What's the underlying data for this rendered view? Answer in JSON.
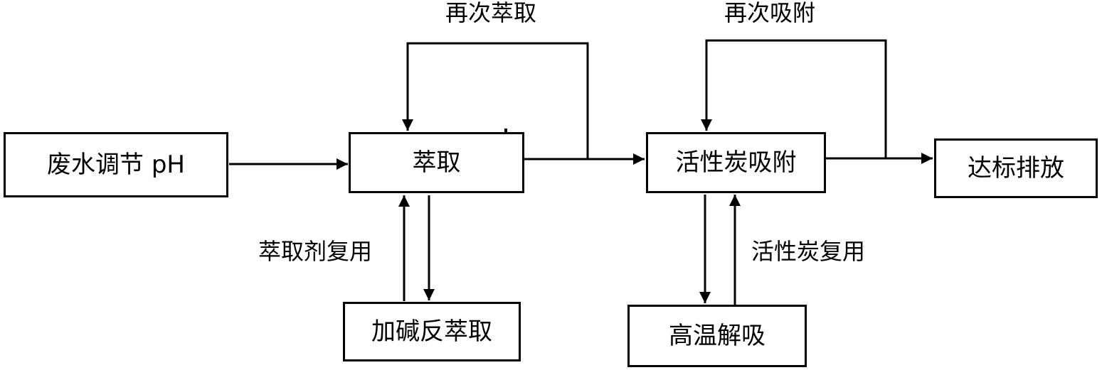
{
  "nodes": {
    "adjust_ph": "废水调节 pH",
    "extraction": "萃取",
    "back_extraction": "加碱反萃取",
    "carbon_adsorption": "活性炭吸附",
    "desorption": "高温解吸",
    "discharge": "达标排放"
  },
  "labels": {
    "re_extract": "再次萃取",
    "re_adsorb": "再次吸附",
    "extractant_reuse": "萃取剂复用",
    "carbon_reuse": "活性炭复用"
  }
}
